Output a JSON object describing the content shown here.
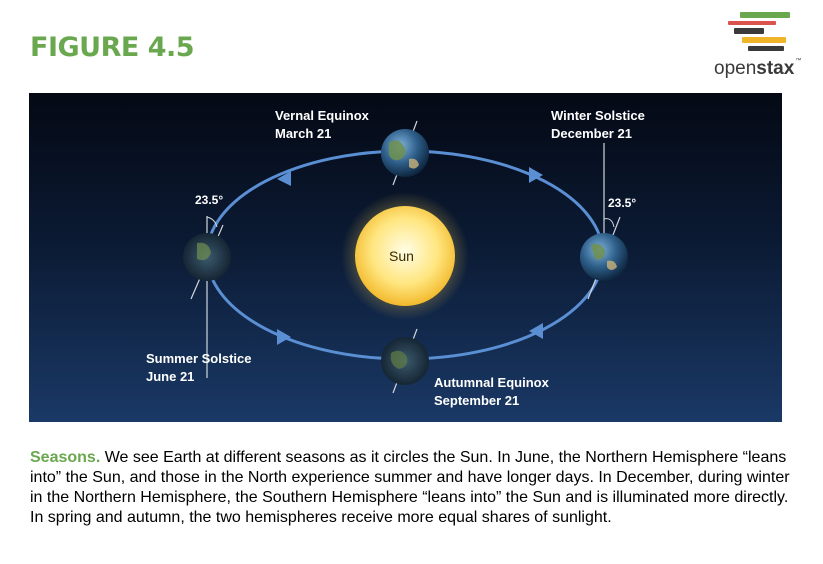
{
  "header": {
    "figure_title": "FIGURE 4.5"
  },
  "logo": {
    "word_light": "open",
    "word_bold": "stax",
    "trademark": "™",
    "bar_colors": [
      "#6aa84f",
      "#d9534f",
      "#3a3a3a",
      "#f0b429",
      "#3a3a3a"
    ]
  },
  "diagram": {
    "vernal": {
      "name": "Vernal Equinox",
      "date": "March 21"
    },
    "winter": {
      "name": "Winter Solstice",
      "date": "December 21"
    },
    "summer": {
      "name": "Summer Solstice",
      "date": "June 21"
    },
    "autumnal": {
      "name": "Autumnal Equinox",
      "date": "September 21"
    },
    "tilt_left": "23.5°",
    "tilt_right": "23.5°",
    "sun_label": "Sun",
    "colors": {
      "orbit": "#5b8fd4",
      "sun_core": "#fff9c4",
      "sun_edge": "#f5c542",
      "earth_ocean": "#2e5f8a",
      "earth_land": "#6f8f4e"
    }
  },
  "caption": {
    "lead": "Seasons.",
    "text": " We see Earth at different seasons as it circles the Sun. In June, the Northern Hemisphere “leans into” the Sun, and those in the North experience summer and have longer days. In December, during winter in the Northern Hemisphere, the Southern Hemisphere “leans into” the Sun and is illuminated more directly. In spring and autumn, the two hemispheres receive more equal shares of sunlight."
  }
}
